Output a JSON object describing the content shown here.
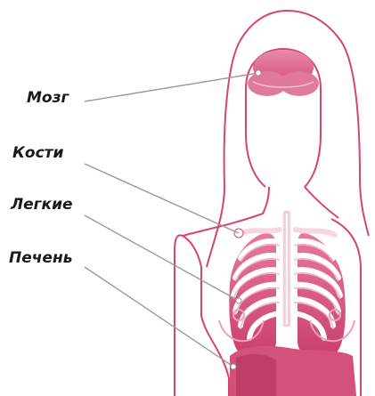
{
  "labels": {
    "brain": "Мозг",
    "bones": "Кости",
    "lungs": "Легкие",
    "liver": "Печень"
  },
  "colors": {
    "outline": "#d6456c",
    "organ": "#d2527a",
    "organ_light": "#eeb0c2",
    "bone": "#ffffff",
    "pointer_line": "#9a9a9a",
    "label_text": "#1a1a1a"
  }
}
